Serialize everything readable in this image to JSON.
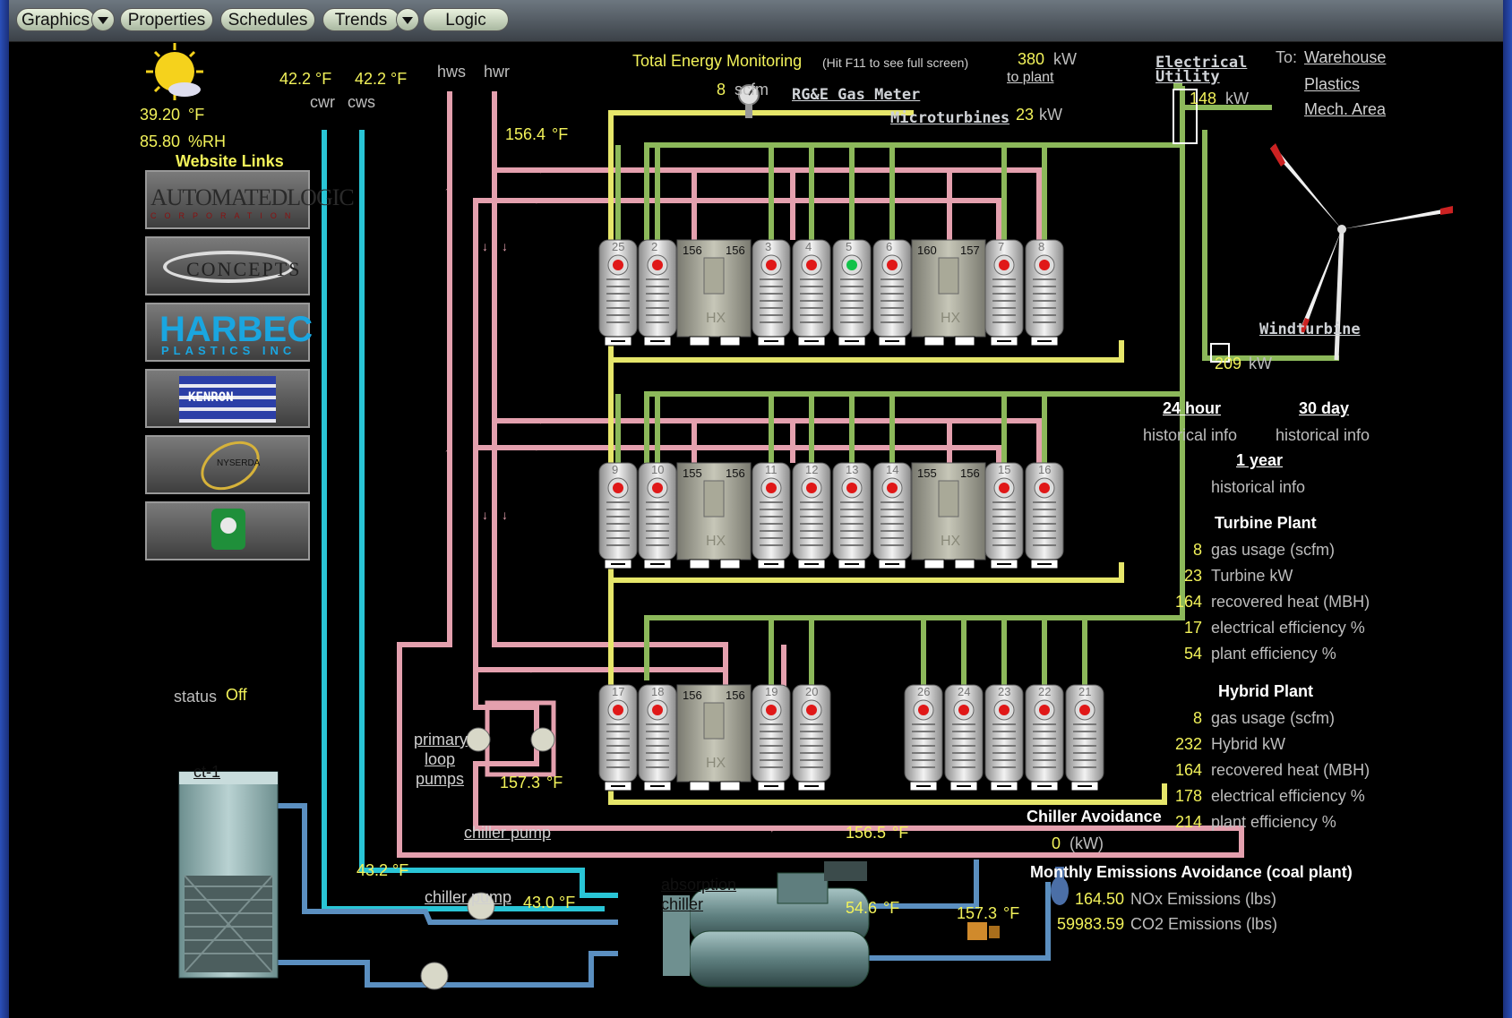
{
  "toolbar": {
    "graphics": "Graphics",
    "properties": "Properties",
    "schedules": "Schedules",
    "trends": "Trends",
    "logic": "Logic"
  },
  "weather": {
    "temp": "39.20",
    "temp_unit": "°F",
    "rh": "85.80",
    "rh_unit": "%RH"
  },
  "website_links": {
    "title": "Website Links",
    "logos": [
      "AUTOMATEDLOGIC",
      "CONCEPTS",
      "HARBEC",
      "KENRON",
      "NYSERDA",
      "seal"
    ],
    "automated_sub": "CORPORATION",
    "harbec_sub": "PLASTICS INC"
  },
  "header": {
    "title": "Total Energy Monitoring",
    "hint": "(Hit F11 to see full screen)"
  },
  "water": {
    "cwr_temp": "42.2",
    "cws_temp": "42.2",
    "unit": "°F",
    "cwr": "cwr",
    "cws": "cws",
    "hws": "hws",
    "hwr": "hwr"
  },
  "gas": {
    "flow": "8",
    "unit": "scfm",
    "meter": "RG&E Gas Meter"
  },
  "hw_temp_top": {
    "value": "156.4",
    "unit": "°F"
  },
  "power": {
    "to_plant": "380",
    "to_plant_label": "to plant",
    "unit": "kW",
    "electrical_utility": "Electrical Utility",
    "utility_kw": "148",
    "microturbines": "Microturbines",
    "micro_kw": "23",
    "windturbine": "Windturbine",
    "wind_kw": "209"
  },
  "destinations": {
    "to": "To:",
    "warehouse": "Warehouse",
    "plastics": "Plastics",
    "mech": "Mech. Area"
  },
  "history": {
    "h24": "24 hour",
    "d30": "30 day",
    "y1": "1 year",
    "sub": "historical info"
  },
  "turbine_plant": {
    "title": "Turbine Plant",
    "rows": [
      {
        "v": "8",
        "l": "gas usage (scfm)"
      },
      {
        "v": "23",
        "l": "Turbine kW"
      },
      {
        "v": "164",
        "l": "recovered heat (MBH)"
      },
      {
        "v": "17",
        "l": "electrical efficiency %"
      },
      {
        "v": "54",
        "l": "plant efficiency %"
      }
    ]
  },
  "hybrid_plant": {
    "title": "Hybrid Plant",
    "rows": [
      {
        "v": "8",
        "l": "gas usage (scfm)"
      },
      {
        "v": "232",
        "l": "Hybrid kW"
      },
      {
        "v": "164",
        "l": "recovered heat (MBH)"
      },
      {
        "v": "178",
        "l": "electrical efficiency %"
      },
      {
        "v": "214",
        "l": "plant efficiency %"
      }
    ]
  },
  "chiller_avoidance": {
    "title": "Chiller Avoidance",
    "value": "0",
    "unit": "(kW)"
  },
  "emissions": {
    "title": "Monthly Emissions Avoidance (coal plant)",
    "rows": [
      {
        "v": "164.50",
        "l": "NOx Emissions (lbs)"
      },
      {
        "v": "59983.59",
        "l": "CO2 Emissions (lbs)"
      }
    ]
  },
  "cooling_tower": {
    "status_label": "status",
    "status": "Off",
    "name": "ct-1"
  },
  "pumps": {
    "primary": [
      "primary",
      "loop",
      "pumps"
    ],
    "chiller_pump": "chiller pump"
  },
  "chiller": {
    "label": [
      "absorption",
      "chiller"
    ]
  },
  "temps": {
    "loop_return": "157.3",
    "cond1": "43.2",
    "cond2": "43.0",
    "chiller_in": "156.5",
    "chiller_out": "54.6",
    "chiller_ret": "157.3",
    "unit": "°F"
  },
  "microturbine_ids": {
    "row1": [
      "25",
      "2",
      "3",
      "4",
      "5",
      "6",
      "7",
      "8"
    ],
    "row2": [
      "9",
      "10",
      "11",
      "12",
      "13",
      "14",
      "15",
      "16"
    ],
    "row3a": [
      "17",
      "18",
      "19",
      "20"
    ],
    "row3b": [
      "26",
      "24",
      "23",
      "22",
      "21"
    ]
  },
  "hx_temps": {
    "r1a": [
      "156",
      "156"
    ],
    "r1b": [
      "160",
      "157"
    ],
    "r2a": [
      "155",
      "156"
    ],
    "r2b": [
      "155",
      "156"
    ],
    "r3a": [
      "156",
      "156"
    ]
  },
  "hx_label": "HX"
}
